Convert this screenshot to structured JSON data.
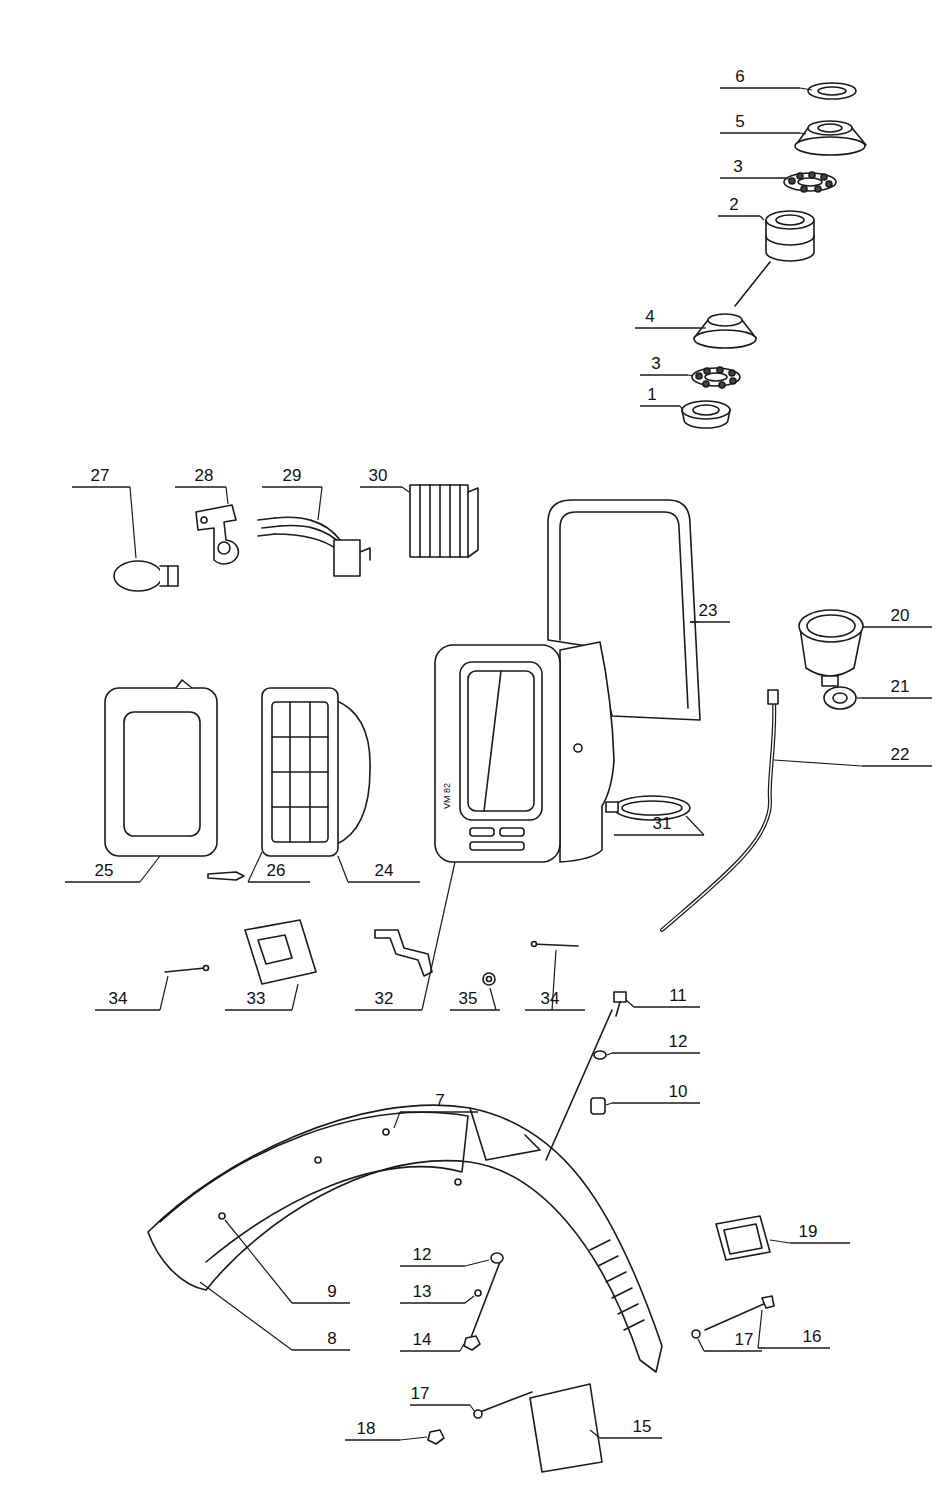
{
  "diagram": {
    "labels": [
      "6",
      "5",
      "3",
      "2",
      "4",
      "3",
      "1",
      "27",
      "28",
      "29",
      "30",
      "23",
      "20",
      "21",
      "22",
      "31",
      "25",
      "26",
      "24",
      "34",
      "33",
      "32",
      "35",
      "34",
      "11",
      "12",
      "10",
      "7",
      "19",
      "12",
      "9",
      "13",
      "16",
      "8",
      "14",
      "17",
      "17",
      "18",
      "15",
      "VM 82"
    ]
  }
}
